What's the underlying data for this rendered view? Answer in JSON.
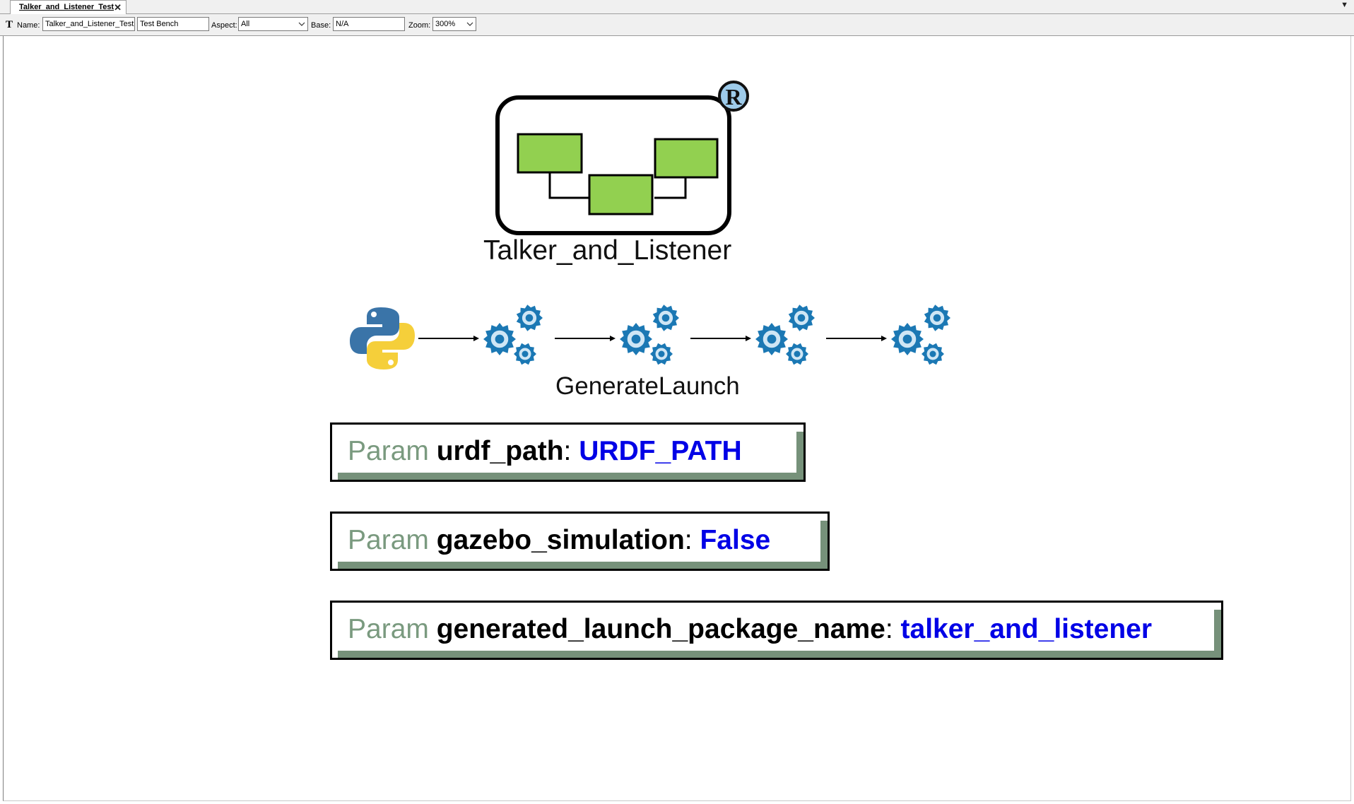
{
  "tab": {
    "title": "Talker_and_Listener_Test"
  },
  "toolbar": {
    "name_label": "Name:",
    "name_value": "Talker_and_Listener_Test",
    "kind_value": "Test Bench",
    "aspect_label": "Aspect:",
    "aspect_value": "All",
    "base_label": "Base:",
    "base_value": "N/A",
    "zoom_label": "Zoom:",
    "zoom_value": "300%"
  },
  "canvas": {
    "system_block": {
      "label": "Talker_and_Listener",
      "badge": "R"
    },
    "pipeline": {
      "label": "GenerateLaunch",
      "step_count": 4
    },
    "params": [
      {
        "keyword": "Param",
        "name": "urdf_path",
        "separator": ":",
        "value": "URDF_PATH"
      },
      {
        "keyword": "Param",
        "name": "gazebo_simulation",
        "separator": ":",
        "value": "False"
      },
      {
        "keyword": "Param",
        "name": "generated_launch_package_name",
        "separator": ":",
        "value": "talker_and_listener"
      }
    ]
  },
  "colors": {
    "block_green": "#92d050",
    "param_shadow": "#76917a",
    "param_value": "#0000e6",
    "param_keyword": "#7a9a7f",
    "gear_blue": "#1b78b4"
  }
}
